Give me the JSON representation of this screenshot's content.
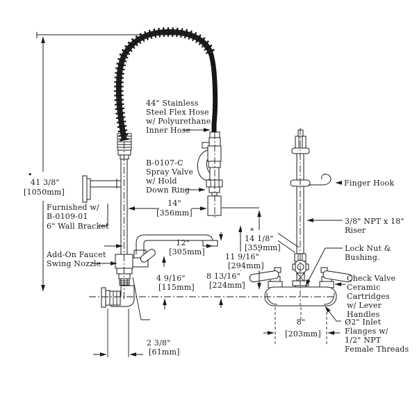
{
  "diagram": {
    "title": "Pre-rinse unit with add-on faucet technical drawing",
    "line_color": "#1a1a1a",
    "background": "#ffffff",
    "labels": {
      "flex_hose": [
        "44\" Stainless",
        "Steel Flex Hose",
        "w/ Polyurethane",
        "Inner Hose"
      ],
      "spray_valve": [
        "B-0107-C",
        "Spray Valve",
        "w/ Hold",
        "Down Ring"
      ],
      "wall_bracket": [
        "Furnished w/",
        "B-0109-01",
        "6\" Wall Bracket"
      ],
      "swing_nozzle": [
        "Add-On Faucet",
        "Swing Nozzle"
      ],
      "finger_hook": "Finger Hook",
      "riser": [
        "3/8\" NPT x 18\"",
        "Riser"
      ],
      "lock_nut": [
        "Lock Nut &",
        "Bushing."
      ],
      "check_valve": [
        "Check Valve",
        "Ceramic",
        "Cartridges",
        "w/ Lever",
        "Handles"
      ],
      "inlet_flanges": [
        "Ø2\" Inlet",
        "Flanges w/",
        "1/2\" NPT",
        "Female Threads"
      ]
    },
    "dimensions": {
      "overall_height": {
        "in": "41 3/8\"",
        "mm": "[1050mm]"
      },
      "valve_offset": {
        "in": "14\"",
        "mm": "[356mm]"
      },
      "nozzle_length": {
        "in": "12\"",
        "mm": "[305mm]"
      },
      "nozzle_height": {
        "in": "4 9/16\"",
        "mm": "[115mm]"
      },
      "outlet_height": {
        "in": "8 13/16\"",
        "mm": "[224mm]"
      },
      "bend_height": {
        "in": "11 9/16\"",
        "mm": "[294mm]"
      },
      "riser_height": {
        "in": "14 1/8\"",
        "mm": "[359mm]"
      },
      "elbow_offset": {
        "in": "2 3/8\"",
        "mm": "[61mm]"
      },
      "inlet_spread": {
        "in": "8\"",
        "mm": "[203mm]"
      }
    },
    "markers": {
      "bullet": "•",
      "asterisk": "*"
    }
  }
}
